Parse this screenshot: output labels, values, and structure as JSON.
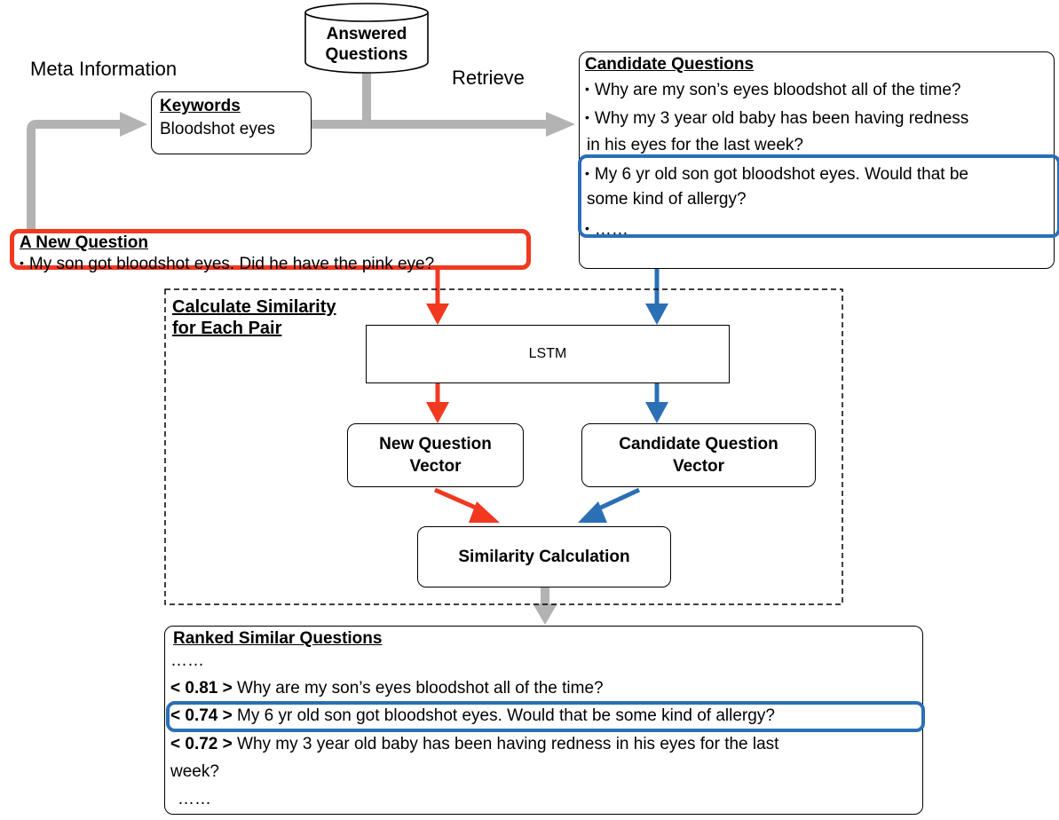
{
  "labels": {
    "meta_information": "Meta Information",
    "retrieve": "Retrieve"
  },
  "answered_db": {
    "line1": "Answered",
    "line2": "Questions"
  },
  "keywords": {
    "title": "Keywords",
    "value": "Bloodshot eyes"
  },
  "new_question": {
    "title": "A New Question",
    "text": "My son got bloodshot eyes. Did he have the pink eye?"
  },
  "candidates": {
    "title": "Candidate Questions",
    "items": [
      "Why are my son’s eyes bloodshot all of the time?",
      "Why my 3 year old baby has been having redness",
      "in his eyes for the last week?",
      "My 6 yr old son got bloodshot eyes. Would that be",
      "some kind of allergy?",
      "……"
    ]
  },
  "similarity_region": {
    "title_line1": "Calculate Similarity",
    "title_line2": "for Each Pair"
  },
  "lstm": {
    "label": "LSTM"
  },
  "new_vector": {
    "line1": "New Question",
    "line2": "Vector"
  },
  "cand_vector": {
    "line1": "Candidate Question",
    "line2": "Vector"
  },
  "sim_calc": {
    "label": "Similarity Calculation"
  },
  "ranked": {
    "title": "Ranked Similar Questions",
    "ellipsis_top": "……",
    "rows": [
      {
        "score": "< 0.81 >",
        "text": "Why are my son’s eyes bloodshot all of the time?"
      },
      {
        "score": "< 0.74 >",
        "text": "My 6 yr old son got bloodshot eyes. Would that be some kind of allergy?"
      },
      {
        "score": "< 0.72 >",
        "text": "Why my 3 year old baby has been having redness in his eyes for the last"
      }
    ],
    "row3_cont": "week?",
    "ellipsis_bottom": "……"
  },
  "colors": {
    "red": "#f0391f",
    "blue": "#2b6fb5",
    "gray": "#b3b3b3"
  }
}
